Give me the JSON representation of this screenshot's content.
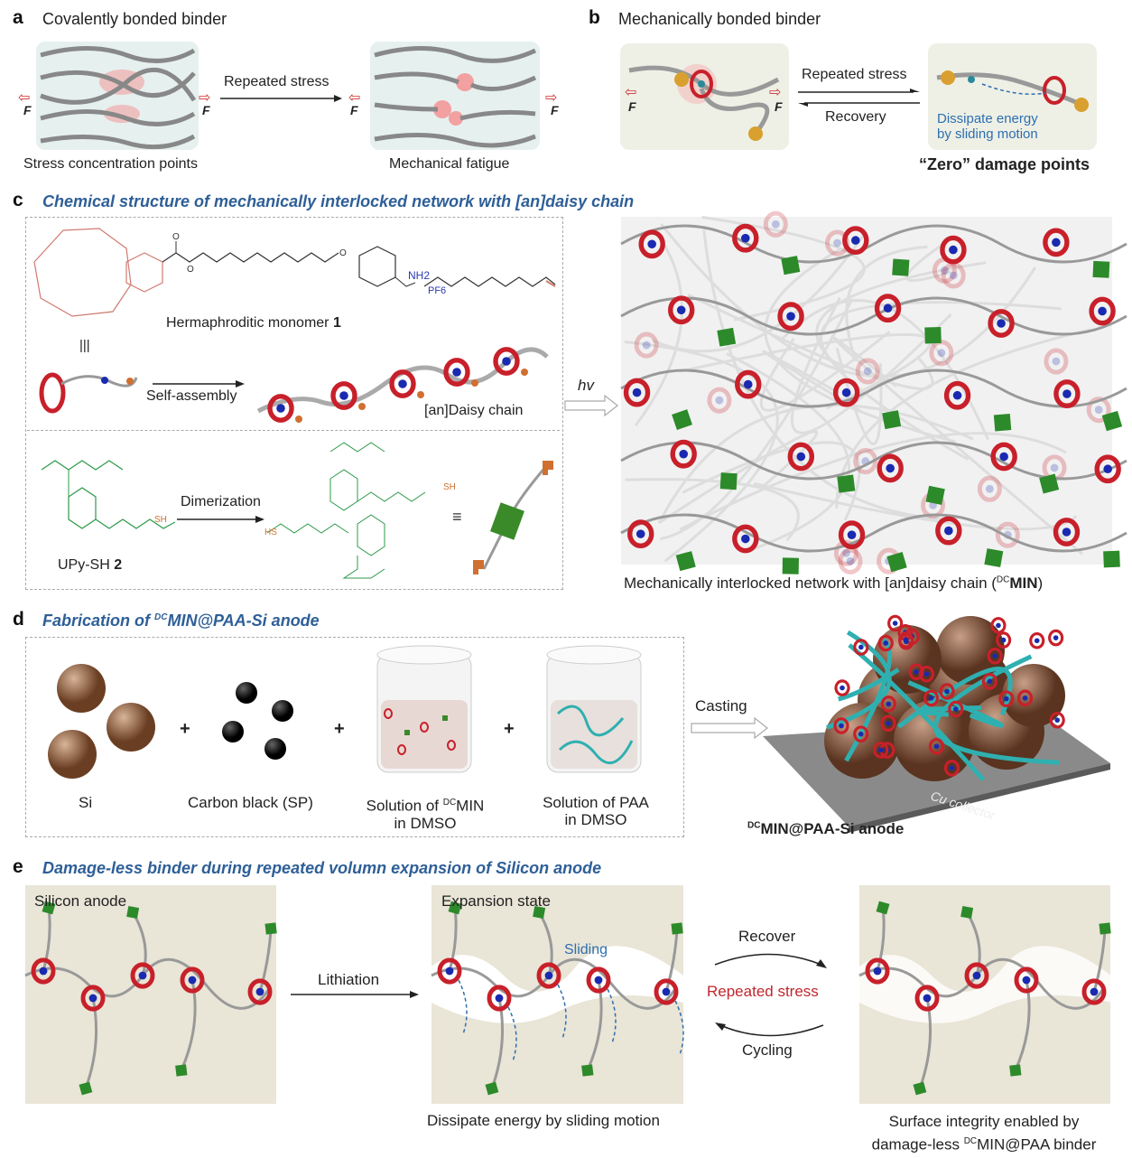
{
  "panel_a": {
    "label": "a",
    "title": "Covalently bonded binder",
    "arrow_label": "Repeated stress",
    "force": "F",
    "caption_left": "Stress concentration points",
    "caption_right": "Mechanical fatigue"
  },
  "panel_b": {
    "label": "b",
    "title": "Mechanically bonded binder",
    "forward_label": "Repeated stress",
    "back_label": "Recovery",
    "force": "F",
    "dissipate_1": "Dissipate energy",
    "dissipate_2": "by sliding motion",
    "caption": "“Zero” damage points"
  },
  "panel_c": {
    "label": "c",
    "title": "Chemical structure of mechanically interlocked network with [an]daisy chain",
    "monomer_label": "Hermaphroditic monomer ",
    "monomer_num": "1",
    "equiv": "|||",
    "self_assembly": "Self-assembly",
    "daisy_chain": "[an]Daisy chain",
    "dimerization": "Dimerization",
    "upy_label": "UPy-SH ",
    "upy_num": "2",
    "equiv2": "≡",
    "hv": "hv",
    "nh2": "NH2",
    "pf6": "PF6",
    "sh": "SH",
    "hs": "HS",
    "network_caption_pre": "Mechanically interlocked network with [an]daisy chain (",
    "network_caption_sup": "DC",
    "network_caption_bold": "MIN",
    "network_caption_post": ")"
  },
  "panel_d": {
    "label": "d",
    "title_pre": "Fabrication of ",
    "title_sup": "DC",
    "title_post": "MIN@PAA-Si anode",
    "items": [
      {
        "label": "Si"
      },
      {
        "label": "Carbon black (SP)"
      },
      {
        "label_pre": "Solution of ",
        "label_sup": "DC",
        "label_post": "MIN",
        "label2": "in DMSO"
      },
      {
        "label": "Solution of PAA",
        "label2": "in DMSO"
      }
    ],
    "plus": "+",
    "casting": "Casting",
    "cu_collector": "Cu collector",
    "anode_sup": "DC",
    "anode_label": "MIN@PAA-Si anode"
  },
  "panel_e": {
    "label": "e",
    "title": "Damage-less binder during repeated volumn expansion of Silicon anode",
    "silicon_anode": "Silicon anode",
    "lithiation": "Lithiation",
    "expansion_state": "Expansion state",
    "sliding": "Sliding",
    "caption_mid": "Dissipate energy by sliding motion",
    "recover": "Recover",
    "repeated_stress": "Repeated stress",
    "cycling": "Cycling",
    "caption_right_1": "Surface integrity enabled by",
    "caption_right_2_pre": "damage-less ",
    "caption_right_2_sup": "DC",
    "caption_right_2_post": "MIN@PAA binder"
  },
  "colors": {
    "title_blue": "#2e5f97",
    "ring_red": "#c8202a",
    "upy_green": "#2d8a2a",
    "repeated_stress_red": "#c0272d",
    "beige": "#e9e5d7"
  }
}
